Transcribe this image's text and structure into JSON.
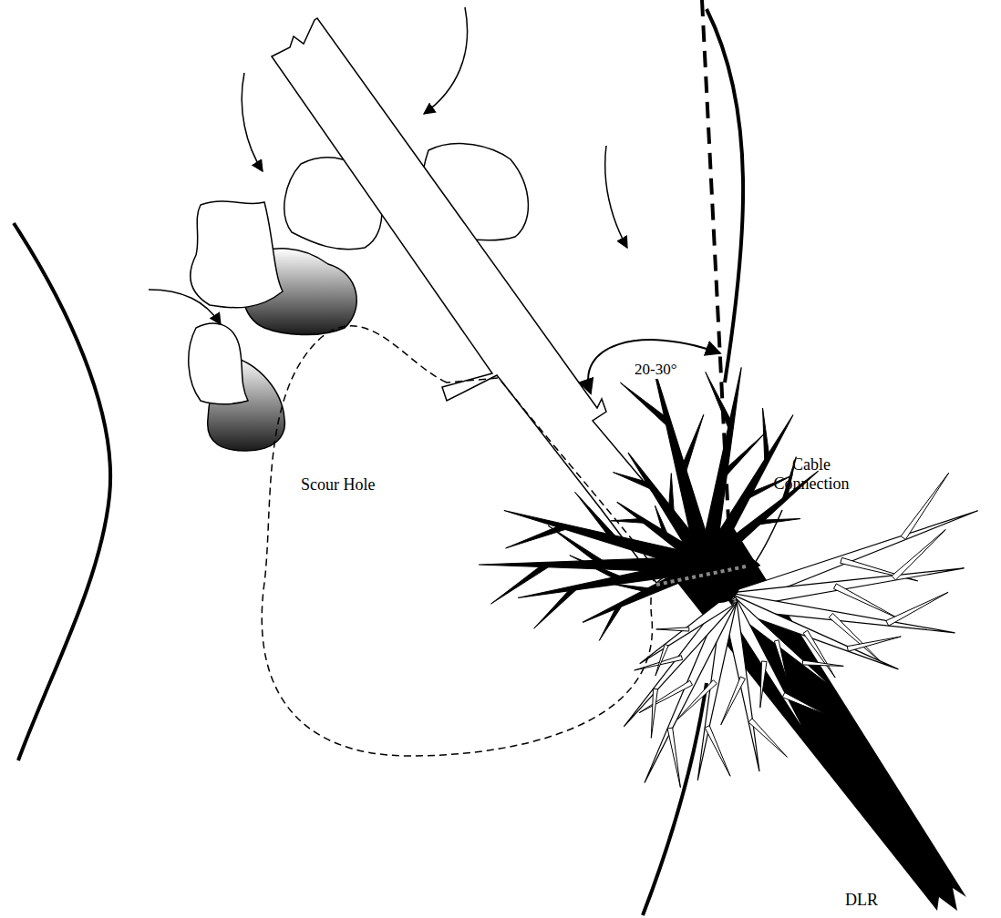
{
  "diagram": {
    "nodes": [
      {
        "text": [
          "Scour Hole"
        ]
      }
    ],
    "labels": [
      "20-30°",
      "Cable Connection",
      "DLR"
    ]
  }
}
